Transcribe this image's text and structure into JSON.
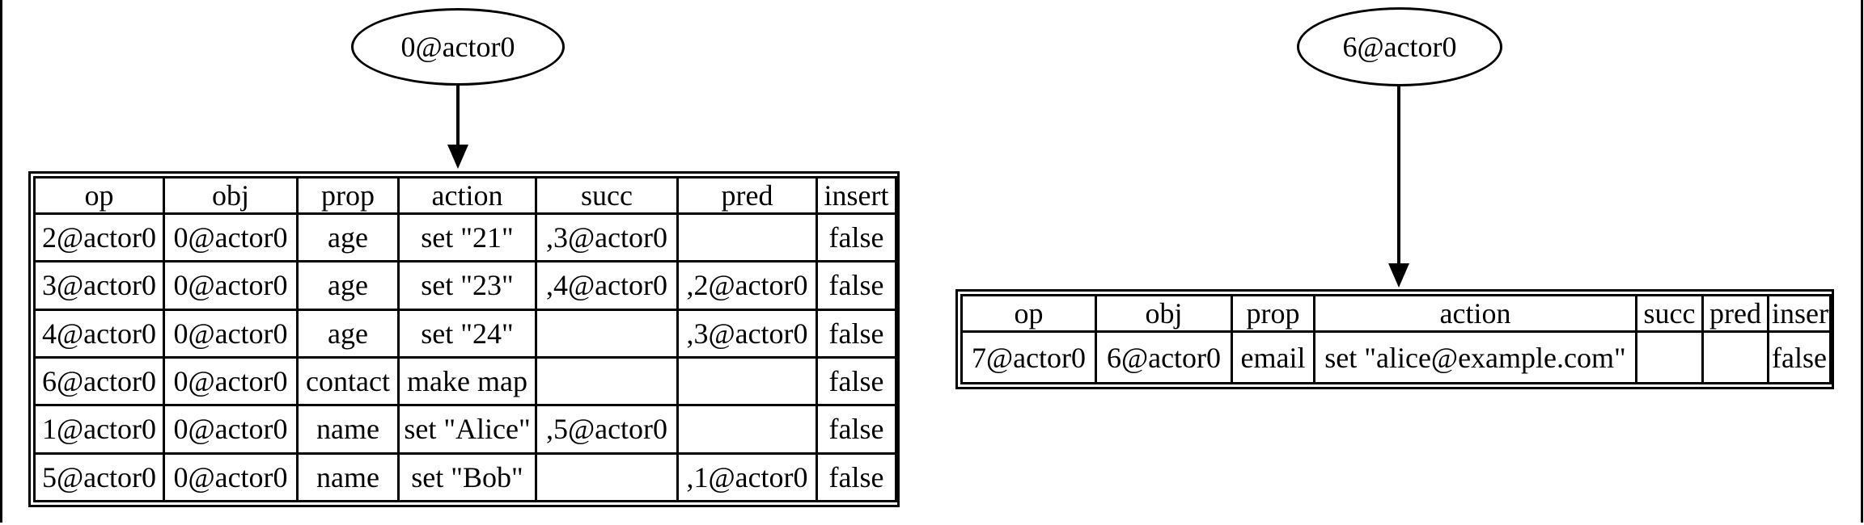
{
  "diagram": {
    "colors": {
      "stroke": "#000000",
      "background": "#ffffff"
    },
    "nodes": [
      {
        "id": "object-node-root",
        "label": "0@actor0"
      },
      {
        "id": "object-node-contact",
        "label": "6@actor0"
      }
    ],
    "tables": [
      {
        "name": "root-object-operations",
        "headers": [
          "op",
          "obj",
          "prop",
          "action",
          "succ",
          "pred",
          "insert"
        ],
        "rows": [
          [
            "2@actor0",
            "0@actor0",
            "age",
            "set \"21\"",
            ",3@actor0",
            "",
            "false"
          ],
          [
            "3@actor0",
            "0@actor0",
            "age",
            "set \"23\"",
            ",4@actor0",
            ",2@actor0",
            "false"
          ],
          [
            "4@actor0",
            "0@actor0",
            "age",
            "set \"24\"",
            "",
            ",3@actor0",
            "false"
          ],
          [
            "6@actor0",
            "0@actor0",
            "contact",
            "make map",
            "",
            "",
            "false"
          ],
          [
            "1@actor0",
            "0@actor0",
            "name",
            "set \"Alice\"",
            ",5@actor0",
            "",
            "false"
          ],
          [
            "5@actor0",
            "0@actor0",
            "name",
            "set \"Bob\"",
            "",
            ",1@actor0",
            "false"
          ]
        ]
      },
      {
        "name": "contact-object-operations",
        "headers": [
          "op",
          "obj",
          "prop",
          "action",
          "succ",
          "pred",
          "insert"
        ],
        "rows": [
          [
            "7@actor0",
            "6@actor0",
            "email",
            "set \"alice@example.com\"",
            "",
            "",
            "false"
          ]
        ]
      }
    ]
  }
}
